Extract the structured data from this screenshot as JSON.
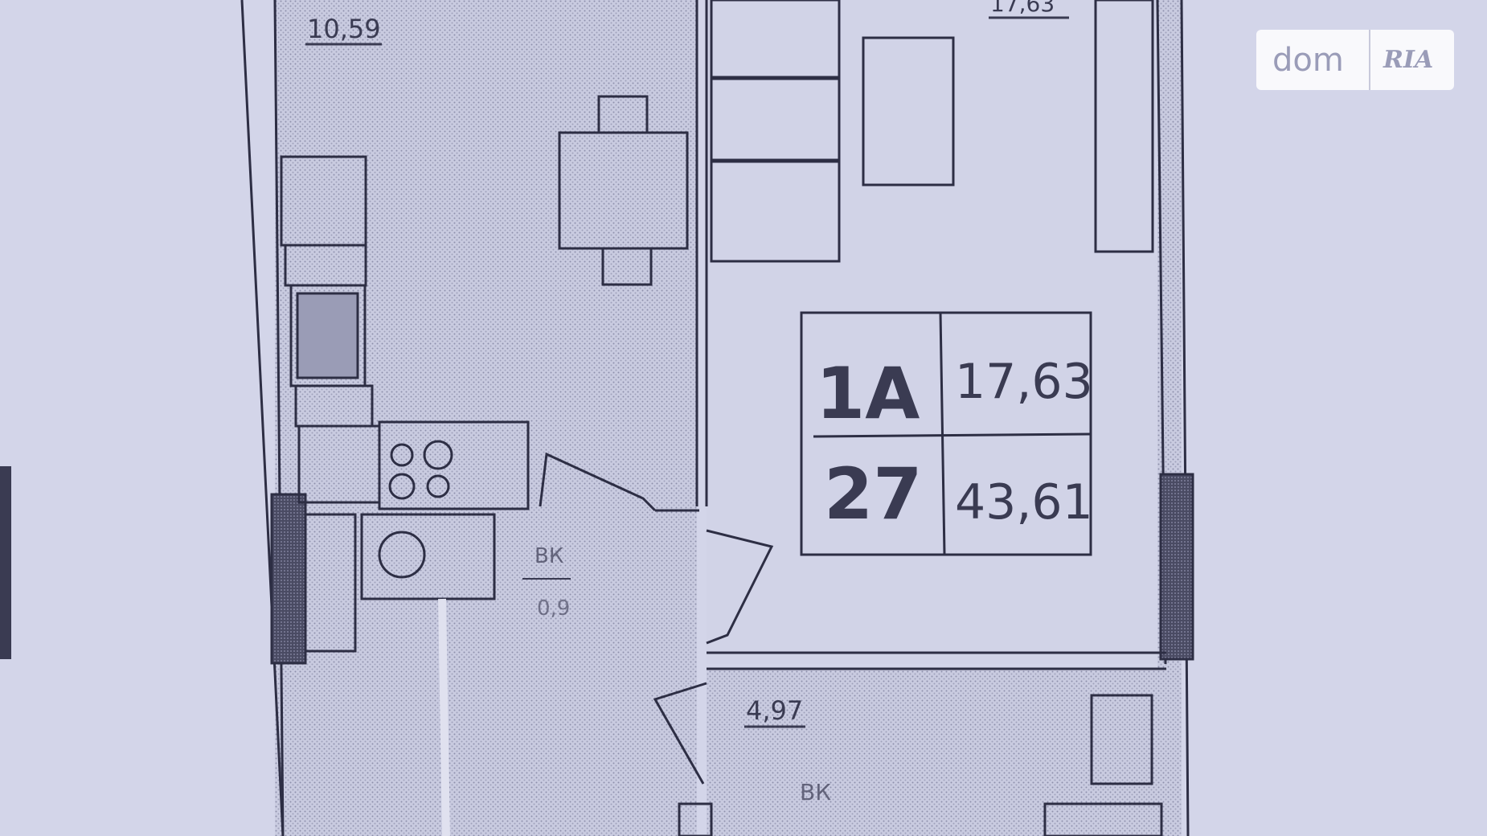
{
  "plan": {
    "apartment_type": "1А",
    "apartment_number": "27",
    "living_area": "17,63",
    "total_area": "43,61",
    "rooms": [
      {
        "area": "10,59"
      },
      {
        "area": "17,63"
      },
      {
        "area": "4,97"
      }
    ],
    "shaft_labels": [
      "ВК",
      "0,9",
      "ВК"
    ]
  },
  "watermark": {
    "left": "dom",
    "right": "RIA"
  },
  "colors": {
    "paper": "#d3d5e9",
    "ink": "#2d2e44"
  }
}
